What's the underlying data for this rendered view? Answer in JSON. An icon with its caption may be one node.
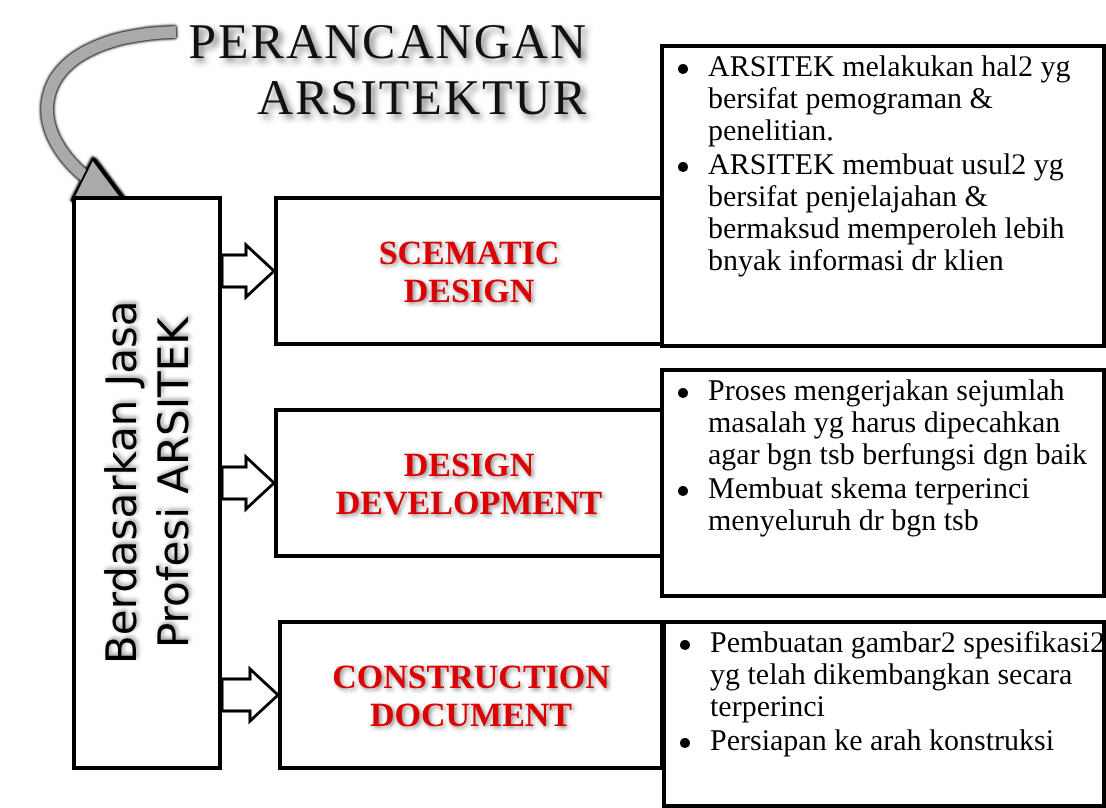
{
  "diagram": {
    "nodes": [
      {
        "text": [
          "PERANCANGAN ARSITEKTUR"
        ]
      },
      {
        "text": [
          "Berdasarkan Jasa Profesi ARSITEK"
        ]
      },
      {
        "text": [
          "SCEMATIC DESIGN"
        ]
      },
      {
        "text": [
          "ARSITEK melakukan hal2 yg bersifat pemograman & penelitian.",
          "ARSITEK membuat usul2 yg bersifat penjelajahan & bermaksud memperoleh lebih bnyak informasi dr klien"
        ]
      },
      {
        "text": [
          "DESIGN DEVELOPMENT"
        ]
      },
      {
        "text": [
          "Proses mengerjakan sejumlah masalah yg harus dipecahkan agar bgn tsb berfungsi dgn baik",
          "Membuat skema terperinci menyeluruh dr bgn tsb"
        ]
      },
      {
        "text": [
          "CONSTRUCTION DOCUMENT"
        ]
      },
      {
        "text": [
          "Pembuatan gambar2 spesifikasi2 yg telah dikembangkan secara terperinci",
          "Persiapan ke arah konstruksi"
        ]
      }
    ],
    "edges": [
      {
        "from": 0,
        "to": 1,
        "arrow": "to"
      },
      {
        "from": 1,
        "to": 2,
        "arrow": "to"
      },
      {
        "from": 1,
        "to": 4,
        "arrow": "to"
      },
      {
        "from": 1,
        "to": 6,
        "arrow": "to"
      }
    ]
  }
}
